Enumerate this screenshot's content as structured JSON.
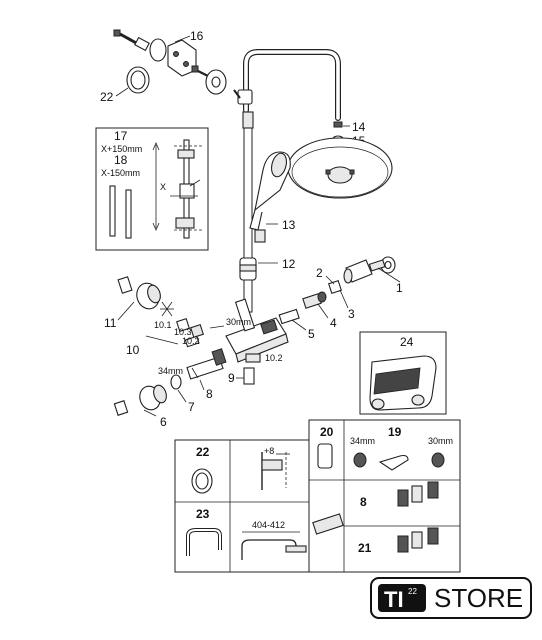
{
  "callouts": {
    "c1": "1",
    "c2": "2",
    "c3": "3",
    "c4": "4",
    "c5": "5",
    "c6": "6",
    "c7": "7",
    "c8": "8",
    "c9": "9",
    "c10": "10",
    "c10_1": "10.1",
    "c10_2": "10.2",
    "c10_3": "10.3",
    "c10_2b": "10.2",
    "c11": "11",
    "c12": "12",
    "c13": "13",
    "c14": "14",
    "c15": "15",
    "c16": "16",
    "c22": "22"
  },
  "dims": {
    "d30mm_valve": "30mm",
    "d34mm_main": "34mm"
  },
  "inset_height": {
    "l17": "17",
    "l17_dim": "X+150mm",
    "l18": "18",
    "l18_dim": "X-150mm",
    "x_label": "X"
  },
  "inset_thermostat": {
    "l24": "24"
  },
  "table_tools": {
    "l20": "20",
    "d20": "34mm",
    "l19": "19",
    "d19": "30mm"
  },
  "table_kits": {
    "l8": "8",
    "l21": "21"
  },
  "table_extension": {
    "l22": "22",
    "d22": "+8",
    "l23": "23",
    "d23": "404-412"
  },
  "logo": {
    "badge_text": "TI",
    "badge_sup": "22",
    "word": "STORE"
  }
}
